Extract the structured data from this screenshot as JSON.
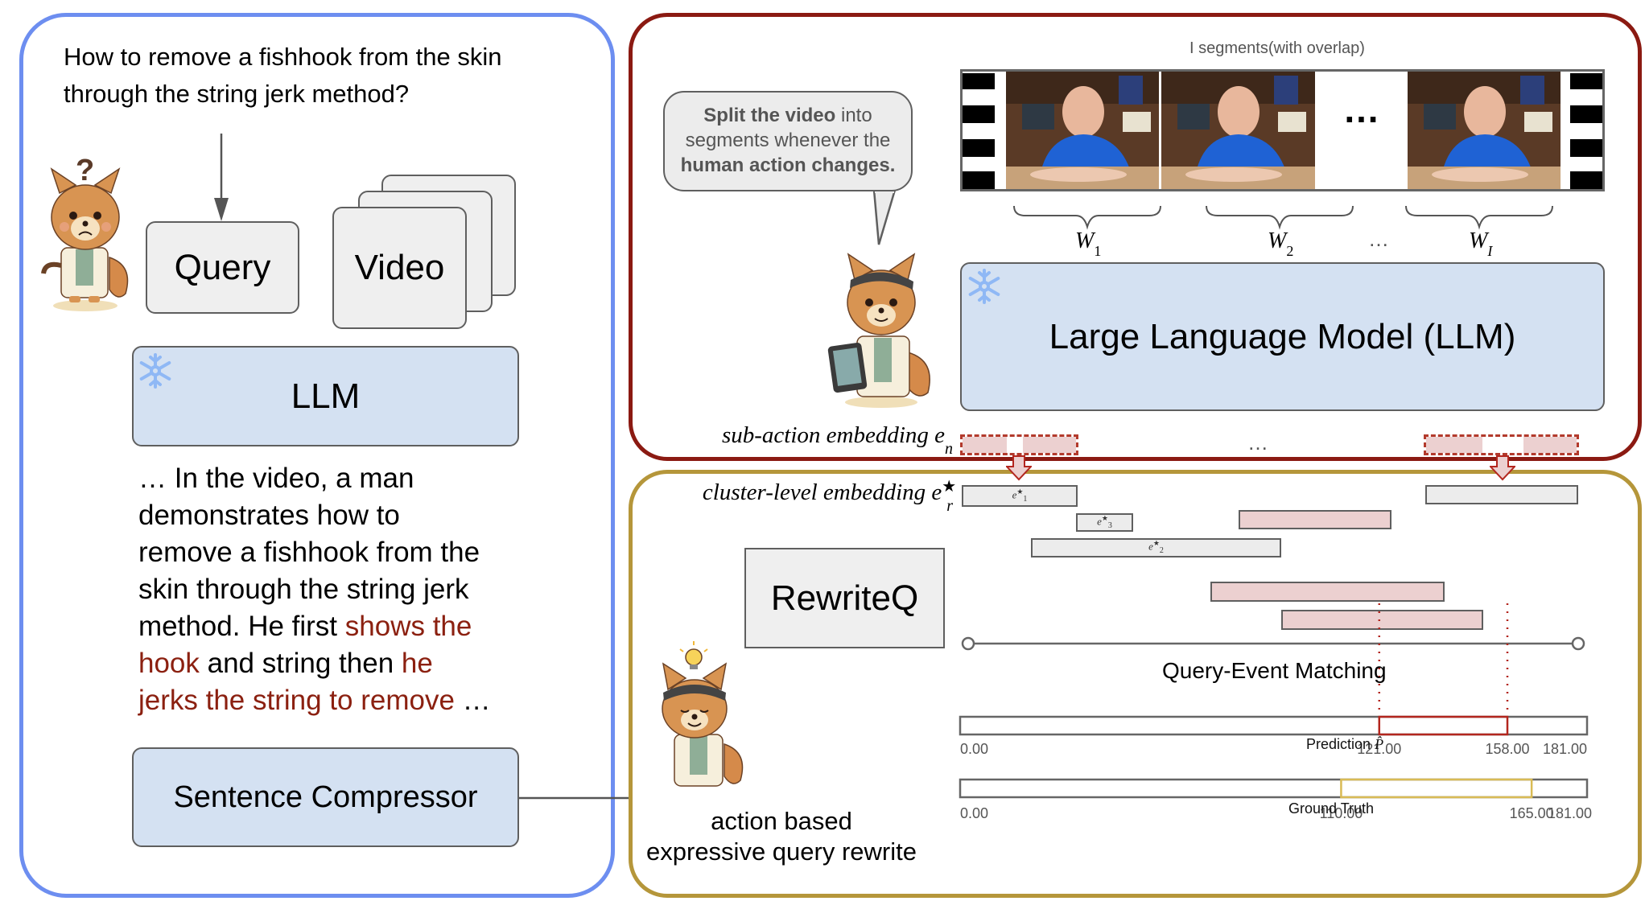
{
  "left_panel": {
    "question": [
      "How to remove a fishhook from the skin",
      "through the string jerk method?"
    ],
    "query_label": "Query",
    "video_label": "Video",
    "llm_label": "LLM",
    "narrative": {
      "line1": "… In the video, a man",
      "line2": "demonstrates how to",
      "line3": "remove a fishhook from the",
      "line4": "skin through the string jerk",
      "line5_plain": "method. He first ",
      "line5_hl": "shows the",
      "line6_hl": "hook",
      "line6_plain": " and string then ",
      "line6_hl2": "he",
      "line7_hl": "jerks the string to remove",
      "line7_plain": "  …"
    },
    "compressor_label": "Sentence Compressor",
    "question_mark": "?"
  },
  "top_panel": {
    "bubble": {
      "bold1": "Split the video",
      "plain1": " into",
      "plain2": "segments whenever the",
      "bold2": "human action changes."
    },
    "segments_label": "I segments(with overlap)",
    "film_ellipsis": "…",
    "windows": [
      {
        "base": "W",
        "sub": "1"
      },
      {
        "base": "W",
        "sub": "2"
      },
      {
        "base": "W",
        "sub": "I"
      }
    ],
    "windows_ellipsis": "…",
    "llm_label": "Large Language Model (LLM)",
    "sub_action_label": {
      "text": "sub-action embedding e",
      "sub": "n"
    },
    "embedding_ellipsis": "…"
  },
  "bottom_panel": {
    "cluster_label": {
      "text": "cluster-level embedding e",
      "sup": "★",
      "sub": "r"
    },
    "cluster_boxes": [
      {
        "label": "e",
        "sub": "1",
        "sup": "★"
      },
      {
        "label": "e",
        "sub": "3",
        "sup": "★"
      },
      {
        "label": "e",
        "sub": "2",
        "sup": "★"
      }
    ],
    "rewriteq_label": "RewriteQ",
    "rewrite_caption": [
      "action based",
      "expressive query rewrite"
    ],
    "matching_label": "Query-Event Matching",
    "prediction": {
      "caption": "Prediction",
      "symbol": "P̂",
      "start_label": "0.00",
      "pred_start": "121.00",
      "pred_end": "158.00",
      "end_label": "181.00",
      "start": 121.0,
      "end": 158.0,
      "duration": 181.0
    },
    "ground_truth": {
      "caption": "Ground Truth",
      "start_label": "0.00",
      "gt_start": "110.00",
      "gt_end": "165.00",
      "end_label": "181.00",
      "start": 110.0,
      "end": 165.0,
      "duration": 181.0
    }
  },
  "colors": {
    "left_border": "#6d8ef0",
    "top_border": "#8b1a12",
    "bottom_border": "#b5963a",
    "llm_fill": "#d4e1f2",
    "highlight_text": "#8b2010",
    "prediction": "#b3261e",
    "ground_truth": "#d9bb55",
    "pink": "#ecd0d0"
  }
}
